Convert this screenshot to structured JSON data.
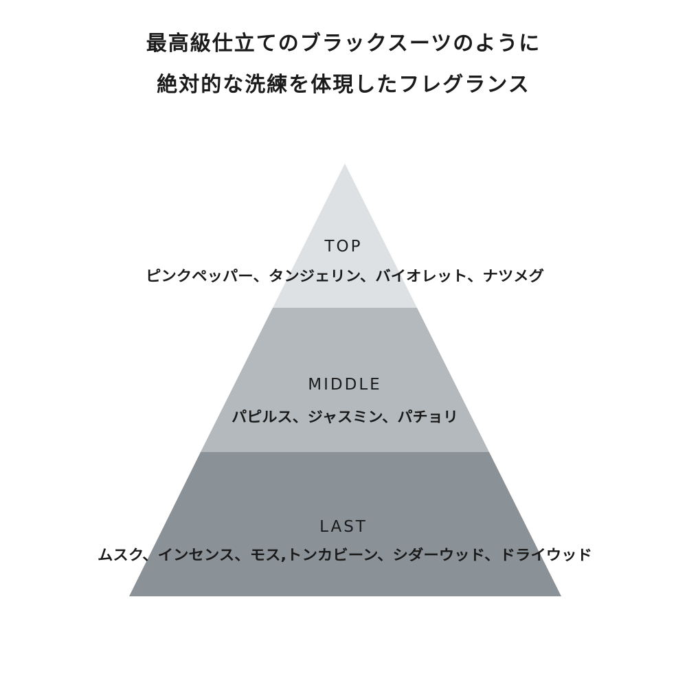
{
  "headline": {
    "line1": "最高級仕立てのブラックスーツのように",
    "line2": "絶対的な洗練を体現したフレグランス"
  },
  "pyramid": {
    "tiers": [
      {
        "name": "TOP",
        "notes": "ピンクペッパー、タンジェリン、バイオレット、ナツメグ",
        "color": "#dde1e4"
      },
      {
        "name": "MIDDLE",
        "notes": "パピルス、ジャスミン、パチョリ",
        "color": "#b3b9bd"
      },
      {
        "name": "LAST",
        "notes": "ムスク、インセンス、モス,トンカビーン、シダーウッド、ドライウッド",
        "color": "#8a9197"
      }
    ]
  }
}
